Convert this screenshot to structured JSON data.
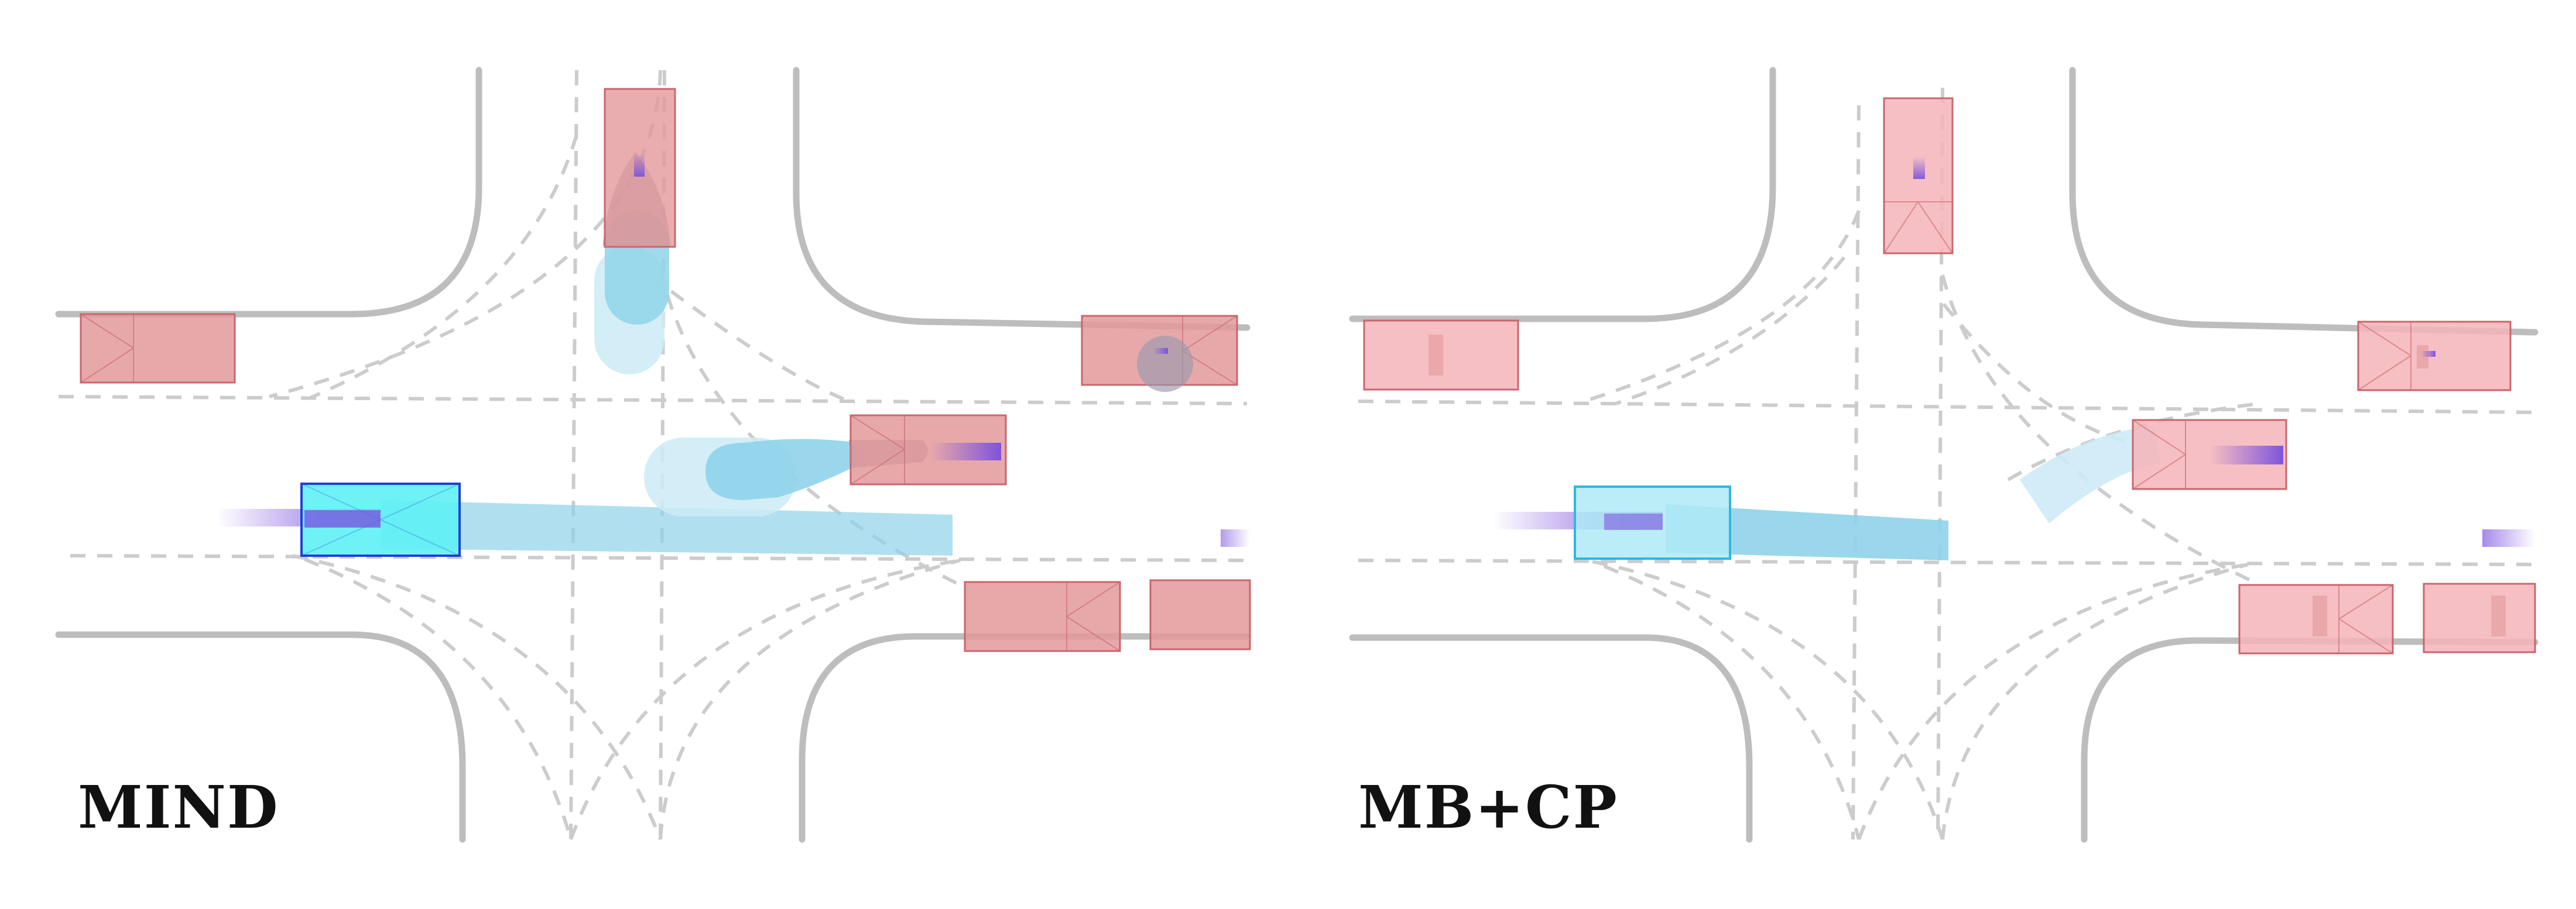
{
  "panels": [
    {
      "id": "mind",
      "label": "MIND"
    },
    {
      "id": "mbcp",
      "label": "MB+CP"
    }
  ],
  "colors": {
    "road_edge": "#bdbdbd",
    "lane_dash": "#cccccc",
    "vehicle_fill": "#e3999b",
    "vehicle_stroke": "#c9666d",
    "vehicle_fill_light": "#f4b4b8",
    "ego_fill": "#5ef1f5",
    "ego_stroke": "#1f3fd6",
    "ego_fill_light": "#aeeaf6",
    "ego_stroke_light": "#2fb7e0",
    "prediction": "#8fd3ea",
    "history": "#7a4fdd",
    "occupancy_gray": "#9a9aae",
    "label_text": "#111111"
  }
}
